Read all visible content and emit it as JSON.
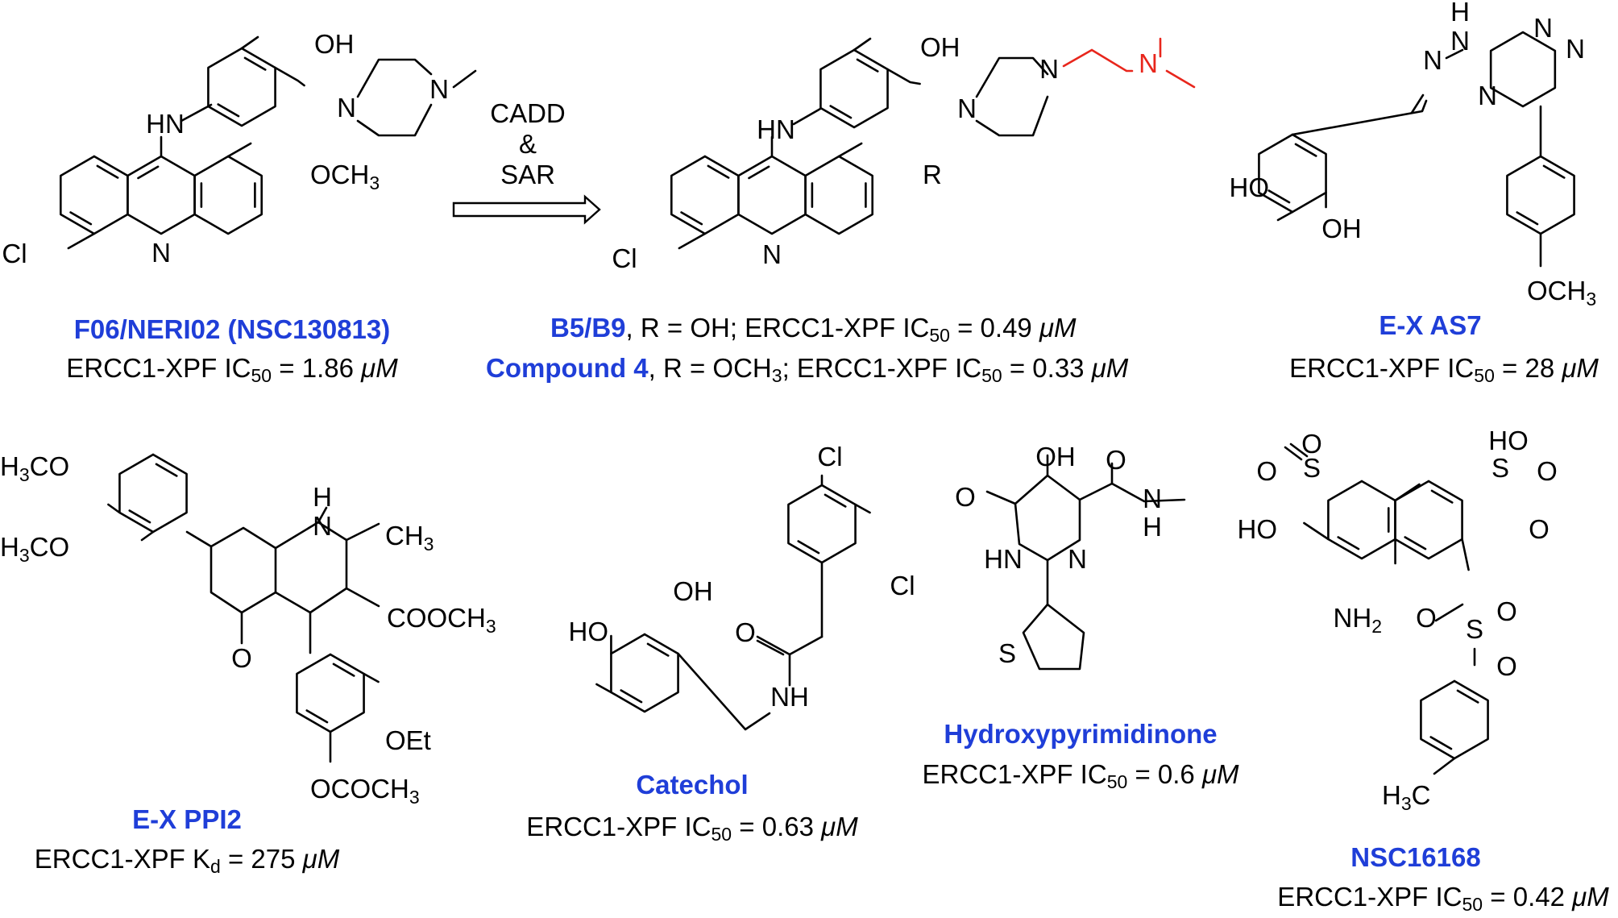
{
  "arrow": {
    "line1": "CADD",
    "line2": "&",
    "line3": "SAR"
  },
  "compounds": [
    {
      "name": "F06/NERI02 (NSC130813)",
      "pre": "ERCC1-XPF IC",
      "sub": "50",
      "post": " = 1.86 ",
      "unit": "μM"
    },
    {
      "name": "B5/B9",
      "r_pre": ", R = OH; ERCC1-XPF IC",
      "sub": "50",
      "post": " = 0.49 ",
      "unit": "μM"
    },
    {
      "name": "Compound 4",
      "r_pre": ", R = OCH",
      "r_sub": "3",
      "r_mid": "; ERCC1-XPF IC",
      "sub": "50",
      "post": " = 0.33 ",
      "unit": "μM"
    },
    {
      "name": "E-X AS7",
      "pre": "ERCC1-XPF IC",
      "sub": "50",
      "post": " = 28 ",
      "unit": "μM"
    },
    {
      "name": "E-X PPI2",
      "pre": "ERCC1-XPF K",
      "sub": "d",
      "post": " = 275 ",
      "unit": "μM"
    },
    {
      "name": "Catechol",
      "pre": "ERCC1-XPF IC",
      "sub": "50",
      "post": " = 0.63 ",
      "unit": "μM"
    },
    {
      "name": "Hydroxypyrimidinone",
      "pre": "ERCC1-XPF IC",
      "sub": "50",
      "post": " = 0.6 ",
      "unit": "μM"
    },
    {
      "name": "NSC16168",
      "pre": "ERCC1-XPF IC",
      "sub": "50",
      "post": " = 0.42 ",
      "unit": "μM"
    }
  ],
  "atoms": {
    "oh": "OH",
    "ho": "HO",
    "hn": "HN",
    "nh": "NH",
    "n": "N",
    "h": "H",
    "cl": "Cl",
    "o": "O",
    "s": "S",
    "r": "R",
    "och": "OCH",
    "three": "3",
    "two": "2",
    "h3c": "H",
    "c": "C",
    "h3co": "CO",
    "cooch": "COOCH",
    "oet": "OEt",
    "ococh": "OCOCH"
  },
  "colors": {
    "name": "#1f3ed8",
    "highlight": "#e8261c",
    "ink": "#000000"
  }
}
